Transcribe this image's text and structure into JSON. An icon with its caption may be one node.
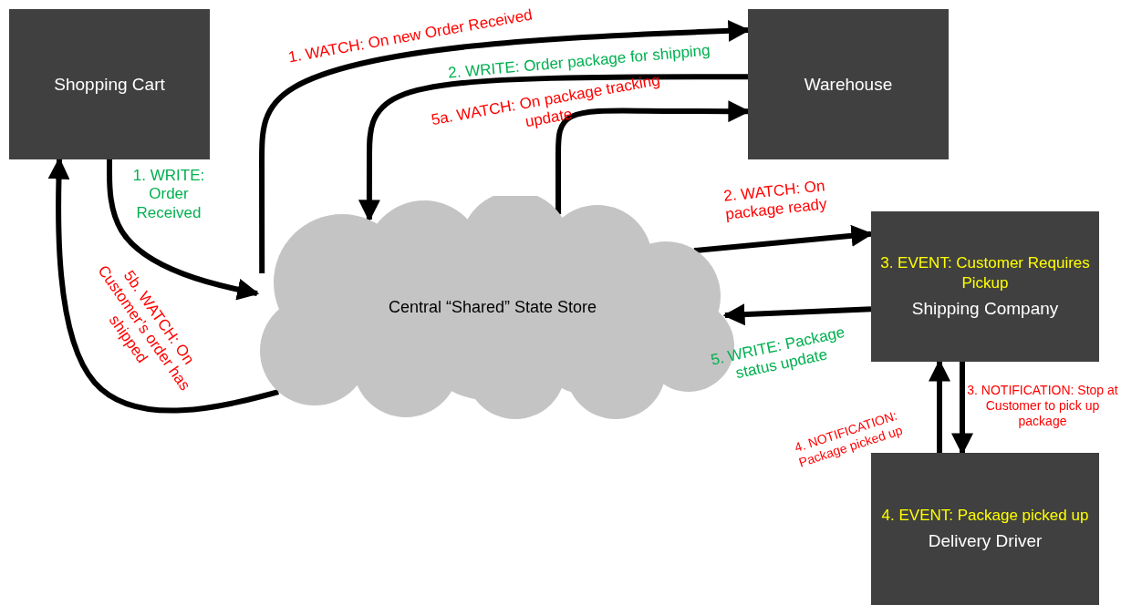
{
  "diagram": {
    "nodes": [
      {
        "text": [
          "Shopping Cart"
        ]
      },
      {
        "text": [
          "Warehouse"
        ]
      },
      {
        "text": [
          "Central “Shared” State Store"
        ]
      },
      {
        "text": [
          "3. EVENT: Customer Requires Pickup",
          "Shipping Company"
        ]
      },
      {
        "text": [
          "4. EVENT: Package picked up",
          "Delivery Driver"
        ]
      }
    ],
    "edges": [
      {
        "from": 0,
        "to": 2,
        "arrow": "to",
        "label": "1. WRITE: Order Received"
      },
      {
        "from": 2,
        "to": 1,
        "arrow": "to",
        "label": "1. WATCH: On new Order Received"
      },
      {
        "from": 1,
        "to": 2,
        "arrow": "to",
        "label": "2. WRITE: Order package for shipping"
      },
      {
        "from": 2,
        "to": 1,
        "arrow": "to",
        "label": "5a. WATCH: On package tracking update"
      },
      {
        "from": 2,
        "to": 3,
        "arrow": "to",
        "label": "2. WATCH: On package ready"
      },
      {
        "from": 3,
        "to": 2,
        "arrow": "to",
        "label": "5. WRITE: Package status update"
      },
      {
        "from": 3,
        "to": 4,
        "arrow": "to",
        "label": "3. NOTIFICATION: Stop at Customer to pick up package"
      },
      {
        "from": 4,
        "to": 3,
        "arrow": "to",
        "label": "4. NOTIFICATION: Package picked up"
      },
      {
        "from": 2,
        "to": 0,
        "arrow": "to",
        "label": "5b. WATCH: On Customer’s order has shipped"
      }
    ]
  }
}
